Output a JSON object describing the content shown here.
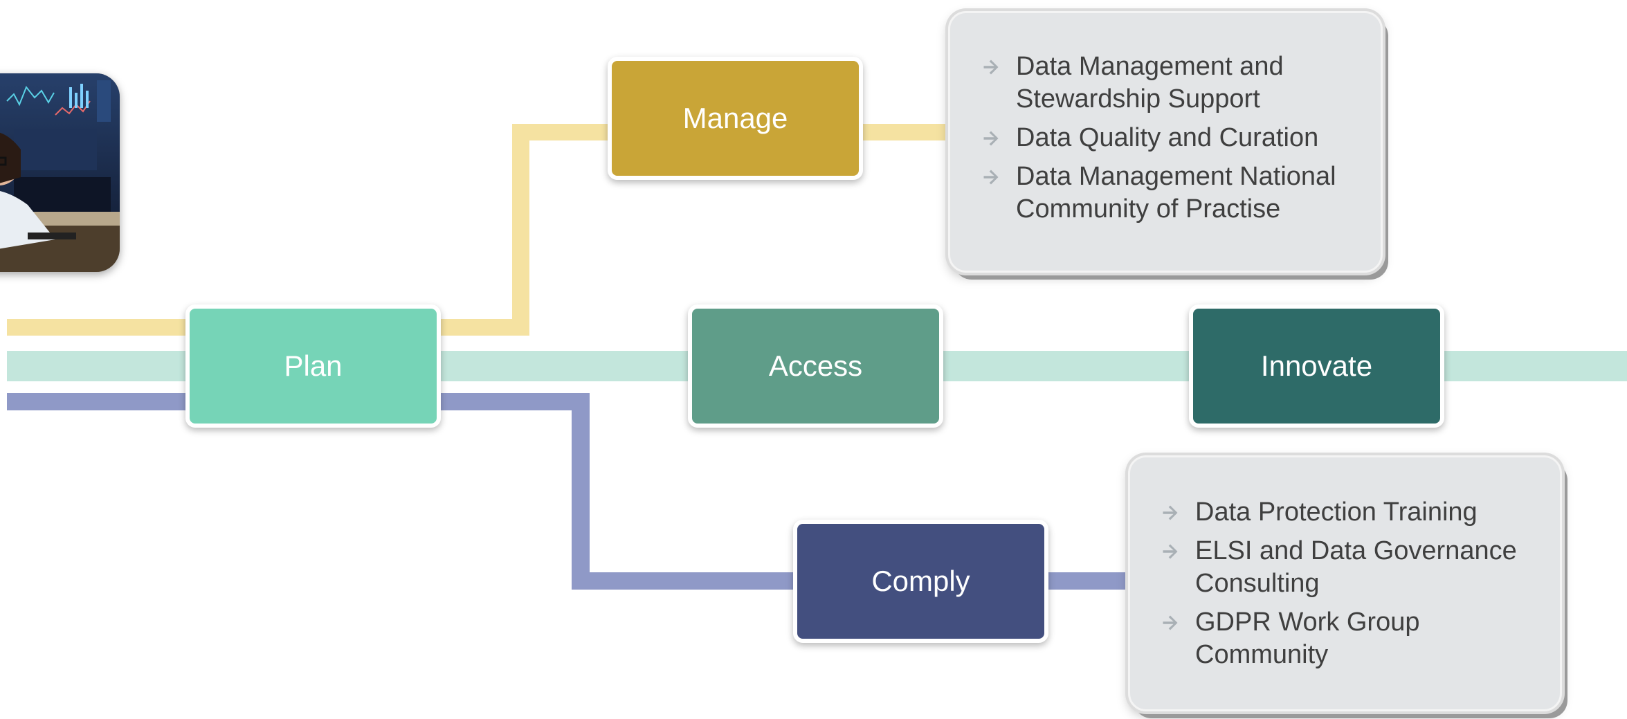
{
  "colors": {
    "yellow_line": "#f5e2a1",
    "teal_line": "#c3e6dc",
    "purple_line": "#8f99c7",
    "plan": "#76d4b7",
    "access": "#5f9d89",
    "innovate": "#2e6b68",
    "manage": "#c9a537",
    "comply": "#434f7f",
    "panel_bg": "#e3e5e7",
    "bullet": "#a9b0b5"
  },
  "stages": {
    "plan": "Plan",
    "manage": "Manage",
    "access": "Access",
    "innovate": "Innovate",
    "comply": "Comply"
  },
  "manage_panel": {
    "items": [
      "Data Management and Stewardship Support",
      "Data Quality and Curation",
      "Data Management National Community of Practise"
    ]
  },
  "comply_panel": {
    "items": [
      "Data Protection Training",
      "ELSI and Data Governance Consulting",
      "GDPR Work Group Community"
    ]
  },
  "photo": {
    "icon": "person-at-computer-photo"
  }
}
